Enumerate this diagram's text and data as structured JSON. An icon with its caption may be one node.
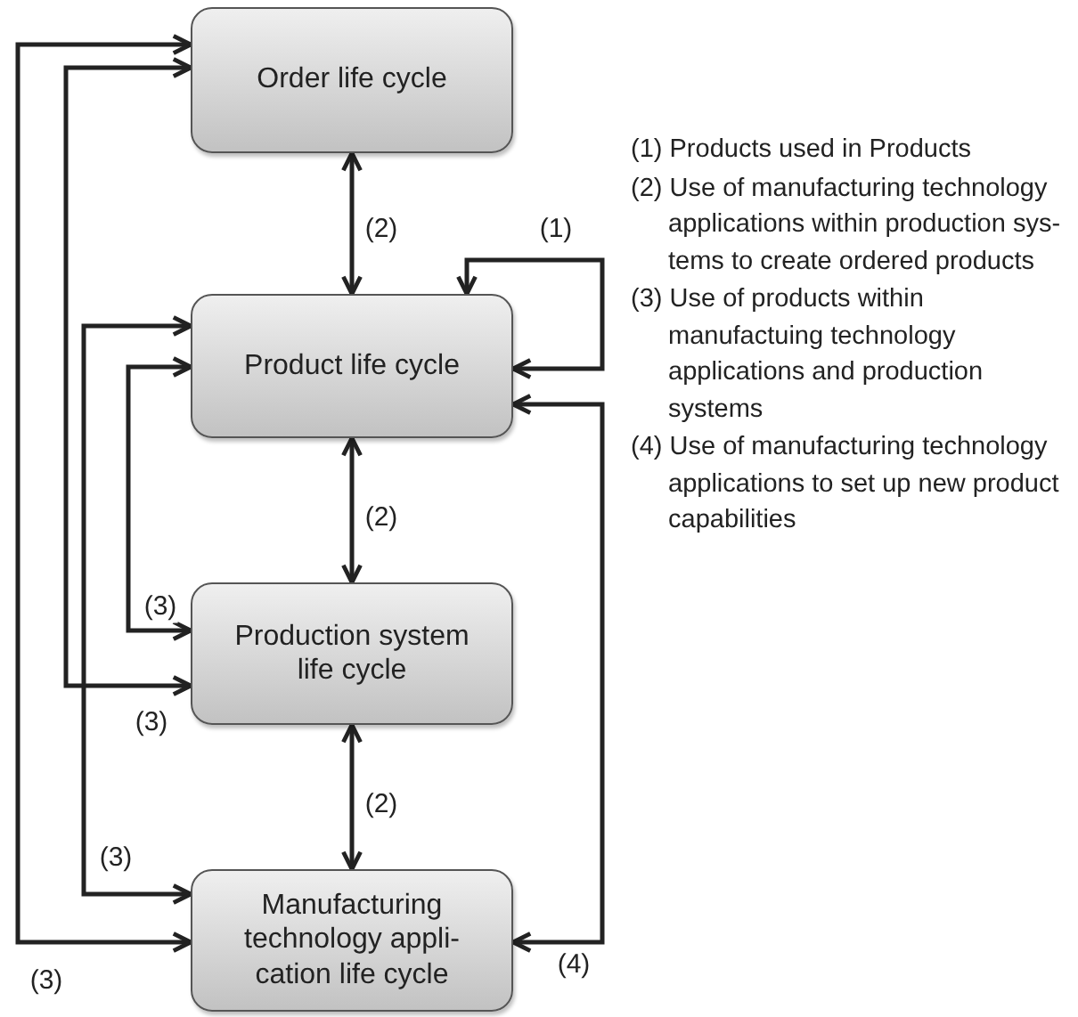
{
  "diagram": {
    "nodes": [
      {
        "text": [
          "Order life cycle"
        ]
      },
      {
        "text": [
          "Product life cycle"
        ]
      },
      {
        "text": [
          "Production system life cycle"
        ]
      },
      {
        "text": [
          "Manufacturing technology appli-cation life cycle"
        ]
      }
    ],
    "edges": [
      {
        "from": 0,
        "to": 1,
        "arrow": "both",
        "label": "(2)"
      },
      {
        "from": 1,
        "to": 2,
        "arrow": "both",
        "label": "(2)"
      },
      {
        "from": 2,
        "to": 3,
        "arrow": "both",
        "label": "(2)"
      },
      {
        "from": 1,
        "to": 1,
        "arrow": "both",
        "label": "(1)"
      },
      {
        "from": 1,
        "to": 3,
        "arrow": "both",
        "label": "(4)"
      },
      {
        "from": 0,
        "to": 3,
        "arrow": "both",
        "label": "(3)"
      },
      {
        "from": 0,
        "to": 2,
        "arrow": "both",
        "label": "(3)"
      },
      {
        "from": 1,
        "to": 3,
        "arrow": "both",
        "label": "(3)"
      },
      {
        "from": 1,
        "to": 2,
        "arrow": "both",
        "label": "(3)"
      }
    ],
    "labels": [
      "(1) Products used in Products",
      "(2) Use of manufacturing technology applications within production sys-tems to create ordered products",
      "(3) Use of products within manufactuing technology applications and production systems",
      "(4) Use of manufacturing technology applications to set up new product capabilities"
    ]
  }
}
